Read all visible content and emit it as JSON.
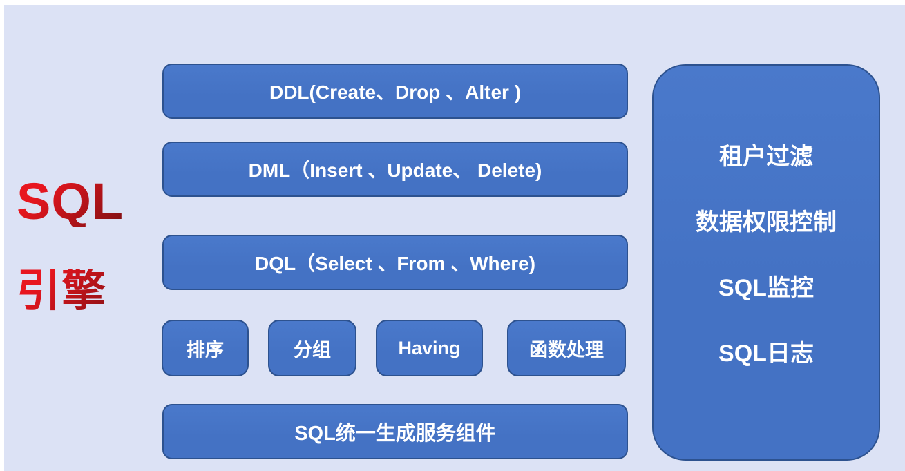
{
  "palette": {
    "background": "#dce2f5",
    "page_margin": "#ffffff",
    "box_fill": "#4472c4",
    "box_fill_light": "#4a79cb",
    "box_border": "#2d528f",
    "box_text": "#ffffff",
    "title_red_light": "#e8161f",
    "title_red_dark": "#701012"
  },
  "title": {
    "line1": "SQL",
    "line2": "引擎"
  },
  "statement_boxes": [
    {
      "label": "DDL(Create、Drop 、Alter )"
    },
    {
      "label": "DML（Insert 、Update、 Delete)"
    },
    {
      "label": "DQL（Select 、From 、Where)"
    }
  ],
  "clause_boxes": [
    {
      "label": "排序"
    },
    {
      "label": "分组"
    },
    {
      "label": "Having"
    },
    {
      "label": "函数处理"
    }
  ],
  "service_box": {
    "label": "SQL统一生成服务组件"
  },
  "side_panel": {
    "items": [
      {
        "label": "租户过滤"
      },
      {
        "label": "数据权限控制"
      },
      {
        "label": "SQL监控"
      },
      {
        "label": "SQL日志"
      }
    ]
  }
}
